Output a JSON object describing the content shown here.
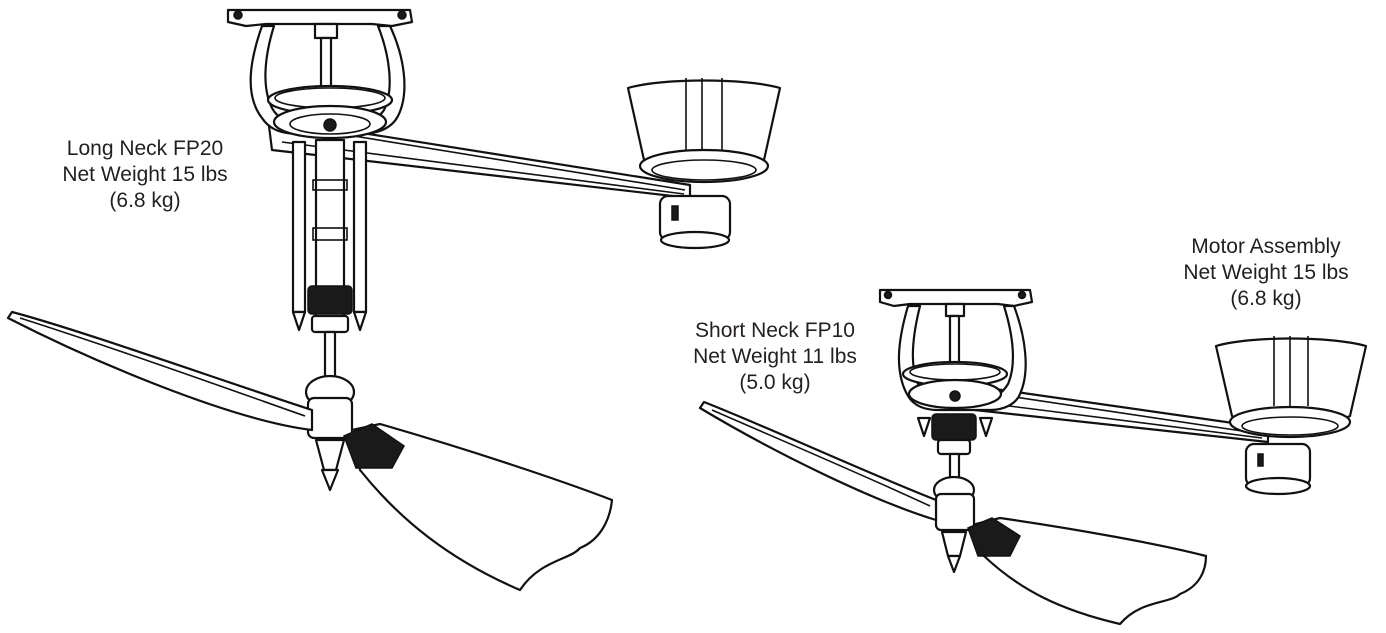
{
  "labels": {
    "long_neck": {
      "line1": "Long Neck FP20",
      "line2": "Net Weight 15 lbs",
      "line3": "(6.8 kg)"
    },
    "short_neck": {
      "line1": "Short Neck FP10",
      "line2": "Net Weight 11 lbs",
      "line3": "(5.0 kg)"
    },
    "motor": {
      "line1": "Motor Assembly",
      "line2": "Net Weight 15 lbs",
      "line3": "(6.8 kg)"
    }
  },
  "colors": {
    "ink": "#111111",
    "text": "#231f20",
    "background": "#ffffff"
  }
}
